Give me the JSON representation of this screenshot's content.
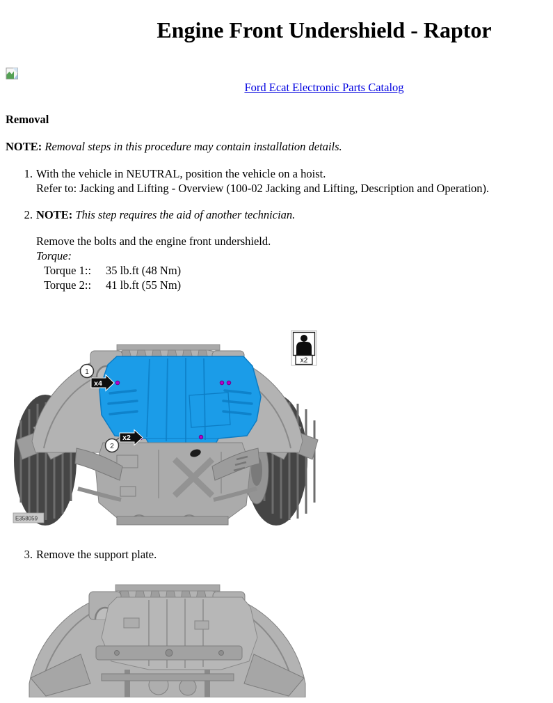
{
  "header": {
    "title": "Engine Front Undershield - Raptor"
  },
  "catalog": {
    "link_label": "Ford Ecat Electronic Parts Catalog",
    "icon": "broken-image-icon"
  },
  "removal": {
    "heading": "Removal",
    "note_label": "NOTE:",
    "note_text": "Removal steps in this procedure may contain installation details."
  },
  "steps": {
    "s1": {
      "num": "1.",
      "line1": "With the vehicle in NEUTRAL, position the vehicle on a hoist.",
      "line2": "Refer to: Jacking and Lifting - Overview (100-02 Jacking and Lifting, Description and Operation)."
    },
    "s2": {
      "num": "2.",
      "note_label": "NOTE:",
      "note_text": "This step requires the aid of another technician.",
      "body": "Remove the bolts and the engine front undershield.",
      "torque_label": "Torque:",
      "t1_name": "Torque 1::",
      "t1_value": "35 lb.ft (48 Nm)",
      "t2_name": "Torque 2::",
      "t2_value": "41 lb.ft (55 Nm)"
    },
    "s3": {
      "num": "3.",
      "line1": "Remove the support plate."
    }
  },
  "figure1": {
    "code": "E358059",
    "callout1_num": "1",
    "callout1_count": "x4",
    "callout2_num": "2",
    "callout2_count": "x2",
    "technician_count": "x2"
  },
  "colors": {
    "highlight_blue": "#1b9ce8",
    "highlight_blue_dark": "#0c7cc4",
    "bolt_purple": "#b400cd",
    "link_blue": "#0000e0"
  }
}
